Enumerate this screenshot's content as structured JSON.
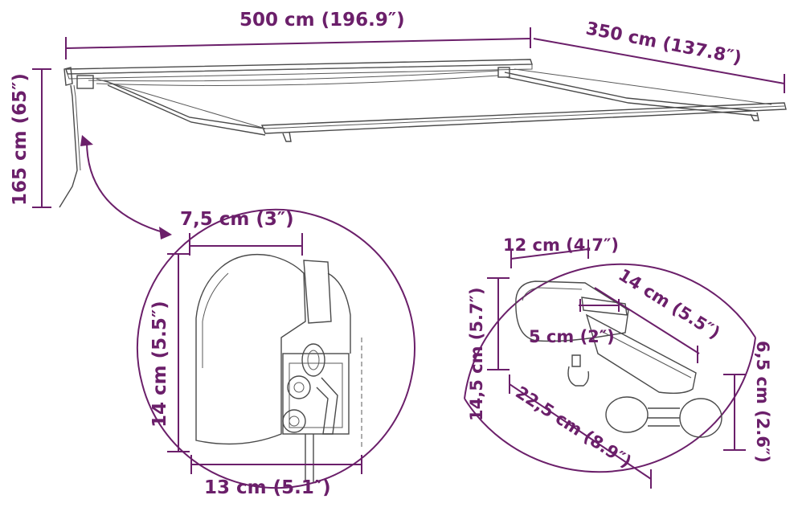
{
  "diagram": {
    "accent_color": "#6b1f6a",
    "line_color": "#4a4a4a",
    "overview": {
      "width_label": "500 cm (196.9″)",
      "depth_label": "350 cm (137.8″)",
      "height_label": "165 cm (65″)"
    },
    "bracket_detail": {
      "width_label": "7,5 cm (3″)",
      "height_label": "14 cm (5.5″)",
      "base_label": "13 cm (5.1″)"
    },
    "motor_detail": {
      "width_label": "12 cm (4.7″)",
      "length_label": "14 cm (5.5″)",
      "plug_label": "5 cm (2″)",
      "height_label": "14,5 cm (5.7″)",
      "diagonal_label": "22,5 cm (8.9″)",
      "side_label": "6,5 cm (2.6″)"
    }
  }
}
